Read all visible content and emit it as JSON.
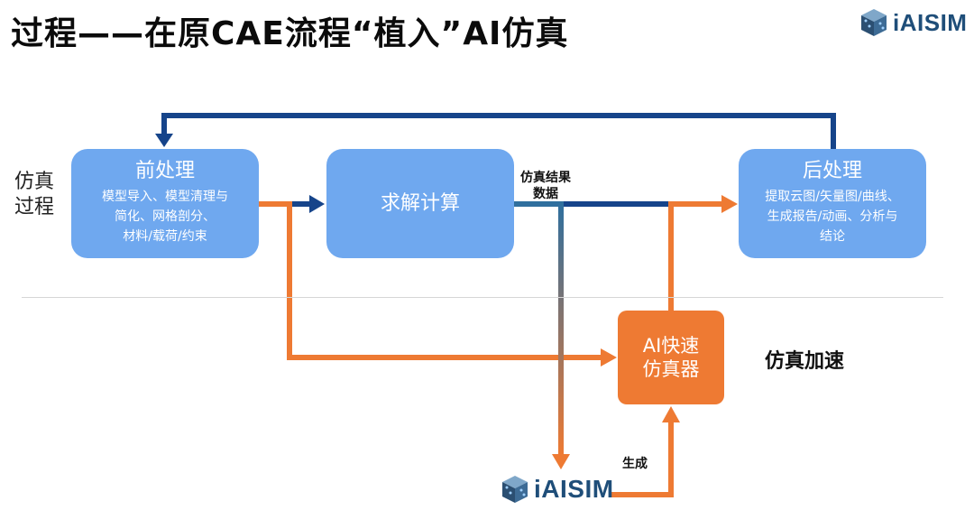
{
  "title": "过程——在原CAE流程“植入”AI仿真",
  "logo_text": "iAISIM",
  "side_label": [
    "仿真",
    "过程"
  ],
  "boxes": {
    "pre": {
      "head": "前处理",
      "desc": [
        "模型导入、模型清理与",
        "简化、网格剖分、",
        "材料/载荷/约束"
      ]
    },
    "solve": {
      "head": "求解计算"
    },
    "post": {
      "head": "后处理",
      "desc": [
        "提取云图/矢量图/曲线、",
        "生成报告/动画、分析与",
        "结论"
      ]
    },
    "ai": {
      "lines": [
        "AI快速",
        "仿真器"
      ]
    }
  },
  "labels": {
    "result": [
      "仿真结果",
      "数据"
    ],
    "generate": "生成",
    "accelerate": "仿真加速"
  },
  "colors": {
    "blue_box": "#6fa8ef",
    "navy_arrow": "#16448a",
    "orange": "#ee7a33",
    "logo_text": "#1f4e79"
  },
  "icons": [
    "cube-logo-icon"
  ]
}
